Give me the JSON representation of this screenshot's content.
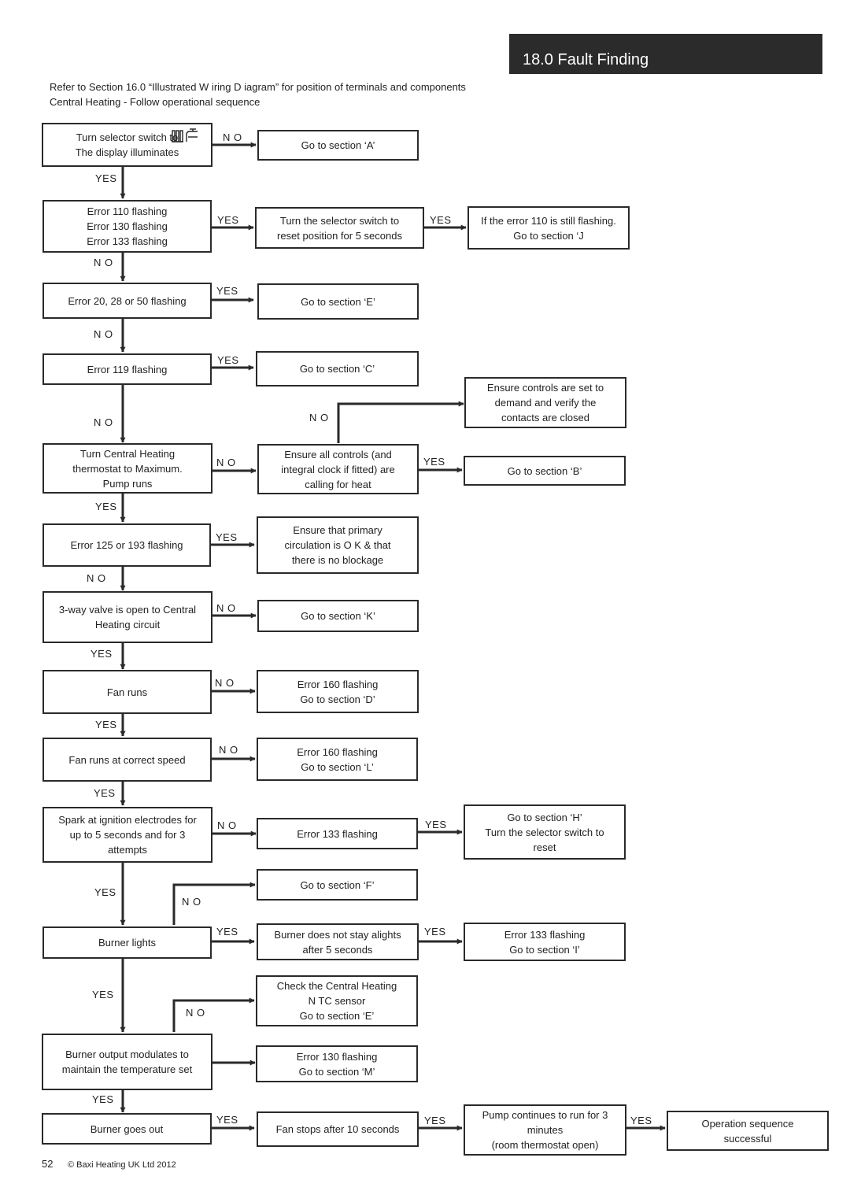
{
  "header": {
    "title": "18.0 Fault Finding"
  },
  "intro": {
    "line1": "Refer to Section 16.0 “Illustrated W iring D iagram” for position of terminals and components",
    "line2": "Central Heating - Follow operational sequence"
  },
  "nodes": {
    "b1": "Turn selector switch to\nThe display illuminates",
    "b2": "Go to section ‘A’",
    "b3": "Error 110 flashing\nError 130 flashing\nError 133 flashing",
    "b4": "Turn the selector switch to\nreset position for 5 seconds",
    "b5": "If the error 110 is still flashing.\nGo to section ‘J",
    "b6": "Error 20, 28 or 50 flashing",
    "b7": "Go to section ‘E’",
    "b8": "Error 119 flashing",
    "b9": "Go to section ‘C’",
    "b10": "Ensure controls are set to\ndemand and verify the\ncontacts are closed",
    "b11": "Turn Central Heating\nthermostat to Maximum.\nPump runs",
    "b12": "Ensure all controls (and\nintegral clock if fitted) are\ncalling for heat",
    "b13": "Go to section ‘B’",
    "b14": "Error 125 or 193 flashing",
    "b15": "Ensure that primary\ncirculation is O K & that\nthere is no blockage",
    "b16": "3-way valve is open to Central\nHeating circuit",
    "b17": "Go to section ‘K’",
    "b18": "Fan runs",
    "b19": "Error 160 flashing\nGo to section ‘D’",
    "b20": "Fan runs at correct speed",
    "b21": "Error 160 flashing\nGo to section ‘L’",
    "b22": "Spark at ignition electrodes for\nup to 5 seconds and for 3\nattempts",
    "b23": "Error 133 flashing",
    "b24": "Go to section ‘H’\nTurn the selector switch to\nreset",
    "b25": "Go to section ‘F’",
    "b26": "Burner lights",
    "b27": "Burner does not stay alights\nafter 5 seconds",
    "b28": "Error 133 flashing\nGo to section ‘I’",
    "b29": "Check the Central Heating\nN TC sensor\nGo to section ‘E’",
    "b30": "Burner output modulates to\nmaintain the temperature set",
    "b31": "Error 130 flashing\nGo to section ‘M’",
    "b32": "Burner goes out",
    "b33": "Fan stops after 10 seconds",
    "b34": "Pump continues to run for 3\nminutes\n(room thermostat open)",
    "b35": "Operation sequence\nsuccessful"
  },
  "labels": {
    "l1": "N O",
    "l2": "YES",
    "l3": "YES",
    "l4": "YES",
    "l5": "N O",
    "l6": "YES",
    "l7": "N O",
    "l8": "YES",
    "l9": "N O",
    "l10": "N O",
    "l11": "N O",
    "l12": "YES",
    "l13": "YES",
    "l14": "YES",
    "l15": "N O",
    "l16": "N O",
    "l17": "YES",
    "l18": "N O",
    "l19": "YES",
    "l20": "N O",
    "l21": "YES",
    "l22": "N O",
    "l23": "YES",
    "l24": "YES",
    "l25": "N O",
    "l26": "YES",
    "l27": "YES",
    "l28": "YES",
    "l29": "N O",
    "l30": "YES",
    "l31": "YES",
    "l32": "YES",
    "l33": "YES"
  },
  "footer": {
    "page": "52",
    "copyright": "© Baxi Heating UK Ltd 2012"
  },
  "colors": {
    "header_bg": "#2b2b2b",
    "line": "#2a2a2a"
  }
}
